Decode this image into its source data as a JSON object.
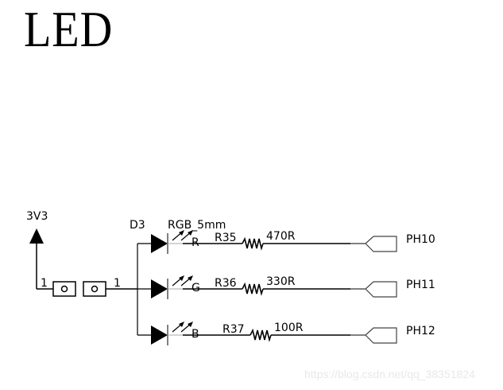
{
  "title": "LED",
  "power": {
    "label": "3V3"
  },
  "jumper": {
    "pin_left": "1",
    "pin_right": "1"
  },
  "led": {
    "ref": "D3",
    "value": "RGB_5mm"
  },
  "channels": [
    {
      "color_pin": "R",
      "resistor_ref": "R35",
      "resistor_value": "470R",
      "net": "PH10"
    },
    {
      "color_pin": "G",
      "resistor_ref": "R36",
      "resistor_value": "330R",
      "net": "PH11"
    },
    {
      "color_pin": "B",
      "resistor_ref": "R37",
      "resistor_value": "100R",
      "net": "PH12"
    }
  ],
  "watermark": "https://blog.csdn.net/qq_38351824"
}
